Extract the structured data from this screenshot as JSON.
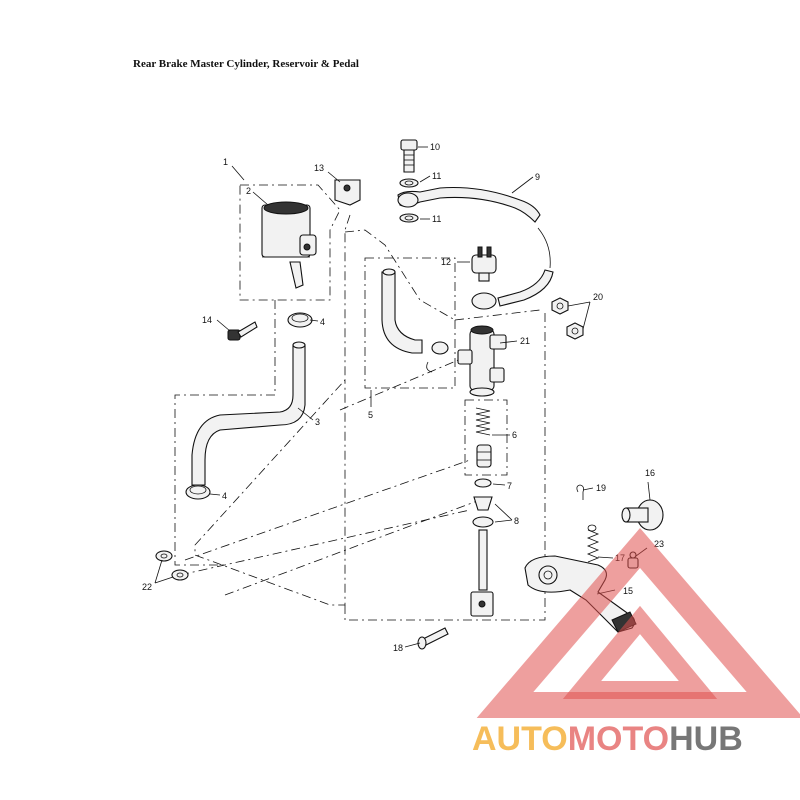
{
  "title": "Rear Brake Master Cylinder, Reservoir & Pedal",
  "callouts": {
    "p1": "1",
    "p2": "2",
    "p3": "3",
    "p4a": "4",
    "p4b": "4",
    "p5": "5",
    "p6": "6",
    "p7": "7",
    "p8": "8",
    "p9": "9",
    "p10": "10",
    "p11a": "11",
    "p11b": "11",
    "p12": "12",
    "p13": "13",
    "p14": "14",
    "p15": "15",
    "p16": "16",
    "p17": "17",
    "p18": "18",
    "p19": "19",
    "p20": "20",
    "p21": "21",
    "p22": "22",
    "p23": "23"
  },
  "watermark": {
    "part1": "AUTO",
    "part2": "MOTO",
    "part3": "HUB",
    "color_orange": "#f5b13d",
    "color_red": "#e0504f",
    "color_gray": "#555555"
  }
}
